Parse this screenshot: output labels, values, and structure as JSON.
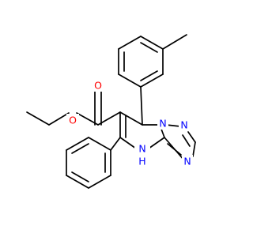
{
  "molecule": {
    "atoms": {
      "o_carbonyl": "O",
      "o_ester": "O",
      "n_triazole_top": "N",
      "n_triazole_right": "N",
      "n_triazole_bottom": "N",
      "nh_symbol": "N",
      "nh_hydrogen": "H"
    },
    "colors": {
      "bond": "#000000",
      "oxygen": "#ff0000",
      "nitrogen": "#0000ff"
    }
  }
}
